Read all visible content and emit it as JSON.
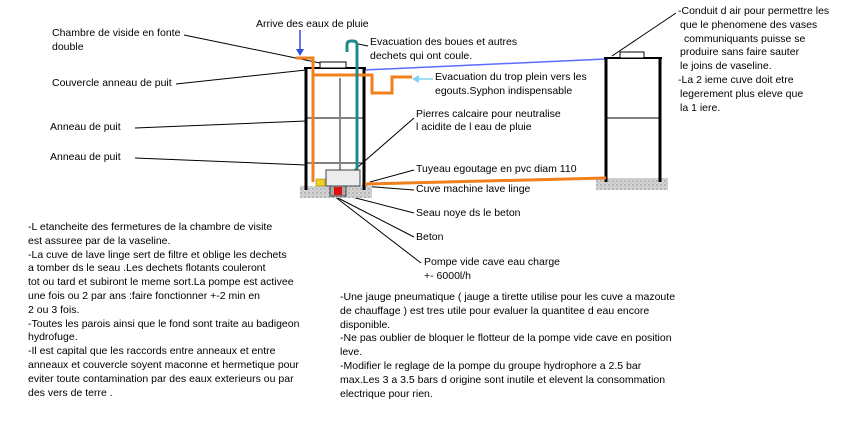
{
  "labels": {
    "chambre": [
      "Chambre de viside en fonte",
      "double"
    ],
    "arrive": "Arrive des eaux de pluie",
    "evacuation_boues": [
      "Evacuation des boues et autres",
      "dechets qui ont coule."
    ],
    "couvercle": "Couvercle anneau de puit",
    "trop_plein": [
      "Evacuation du trop plein vers les",
      "egouts.Syphon indispensable"
    ],
    "pierres": [
      "Pierres calcaire pour neutralise",
      "l acidite de l eau de pluie"
    ],
    "anneau_haut": "Anneau de puit",
    "anneau_bas": "Anneau de puit",
    "tuyeau": "Tuyeau egoutage en pvc diam 110",
    "cuve": "Cuve machine lave linge",
    "seau": "Seau noye ds le beton",
    "beton": "Beton",
    "pompe": [
      "Pompe vide cave eau charge",
      "+- 6000l/h"
    ]
  },
  "notes": {
    "conduit_air": [
      "-Conduit d air pour permettre les",
      "que le phenomene des vases",
      "communiquants puisse se",
      "produire sans faire sauter",
      "le joins de vaseline.",
      "-La 2 ieme cuve doit etre",
      "legerement plus eleve que",
      "la 1 iere."
    ],
    "etancheite": [
      "-L etancheite des fermetures de la chambre de visite",
      "est assuree par de la vaseline.",
      "-La cuve de lave linge sert de filtre et oblige les dechets",
      "a tomber ds le seau .Les dechets flotants couleront",
      "tot ou tard et subiront le meme sort.La pompe est activee",
      "une fois ou 2 par ans :faire fonctionner +-2 min en",
      "2 ou 3 fois.",
      "-Toutes les parois ainsi que le fond sont traite au badigeon",
      "hydrofuge.",
      "-Il est capital que les raccords entre anneaux et entre",
      "anneaux et couvercle soyent maconne et hermetique pour",
      "eviter toute contamination par des eaux exterieurs ou par",
      "des vers de terre ."
    ],
    "conseils": [
      "-Une jauge pneumatique ( jauge a tirette utilise pour les cuve a mazoute",
      "de chauffage ) est tres utile pour evaluer la quantitee d eau encore",
      "disponible.",
      "-Ne pas oublier de bloquer le flotteur de la pompe vide cave en position",
      "leve.",
      "-Modifier le reglage de la pompe du groupe hydrophore a 2.5 bar",
      "max.Les 3 a 3.5 bars d origine sont inutile et elevent la consommation",
      "electrique pour rien."
    ]
  },
  "colors": {
    "pipe_pvc": "#f07f1e",
    "pipe_boues": "#1f8b8b",
    "air_conduit": "#5a6cff",
    "rain_arrow": "#2b4fe0",
    "overflow_arrow": "#7fd4f5",
    "pump": "#e01010",
    "stones": "#f0d020"
  }
}
